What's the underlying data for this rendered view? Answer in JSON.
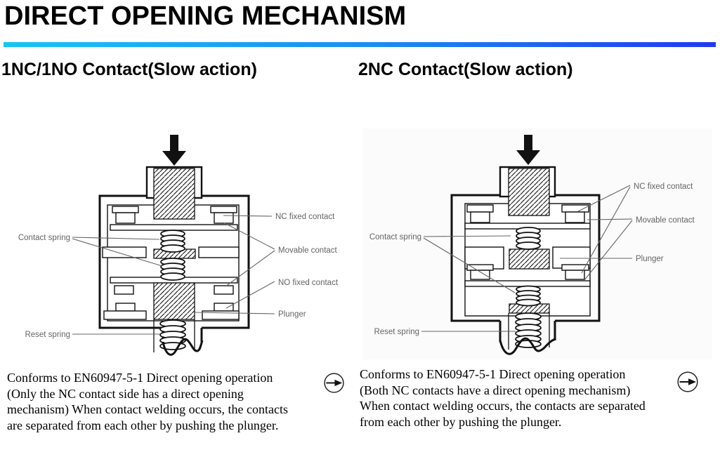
{
  "page": {
    "title": "DIRECT OPENING MECHANISM"
  },
  "colors": {
    "accent_rule_gradient": [
      "#17c5f3",
      "#1b8df2",
      "#2138f2"
    ],
    "label_text": "#646464"
  },
  "sections": [
    {
      "heading": "1NC/1NO Contact(Slow action)",
      "labels": {
        "contact_spring": "Contact spring",
        "reset_spring": "Reset spring",
        "nc_fixed_contact": "NC fixed contact",
        "movable_contact": "Movable contact",
        "no_fixed_contact": "NO fixed contact",
        "plunger": "Plunger"
      },
      "description_lines": [
        "Conforms to EN60947-5-1 Direct opening operation",
        "(Only the NC contact side has a direct opening",
        "mechanism) When contact welding occurs, the contacts",
        "are separated from each other by pushing the plunger."
      ],
      "symbol": "direct-opening-action"
    },
    {
      "heading": "2NC Contact(Slow action)",
      "labels": {
        "contact_spring": "Contact spring",
        "reset_spring": "Reset spring",
        "nc_fixed_contact": "NC fixed contact",
        "movable_contact": "Movable contact",
        "plunger": "Plunger"
      },
      "description_lines": [
        "Conforms to EN60947-5-1 Direct opening operation",
        "(Both NC contacts have a direct opening mechanism)",
        "When contact welding occurs, the contacts are separated",
        "from each other by pushing the plunger."
      ],
      "symbol": "direct-opening-action"
    }
  ]
}
